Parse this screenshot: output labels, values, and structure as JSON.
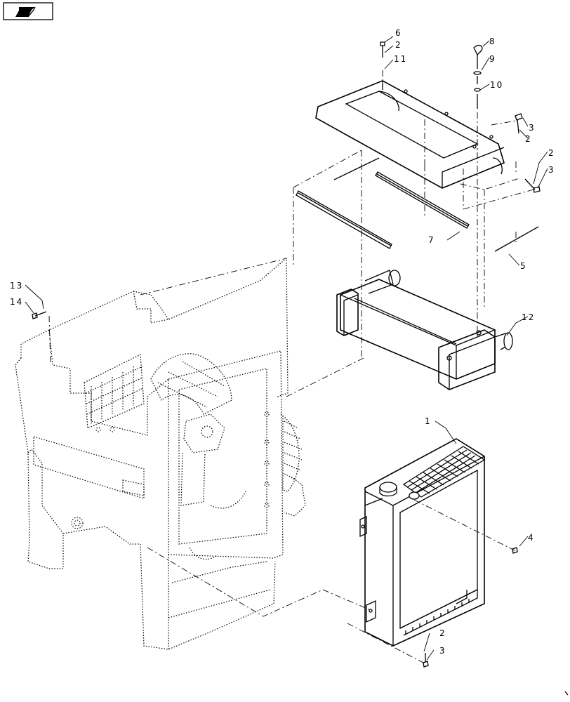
{
  "nav_icon": {
    "name": "next-page-arrow-icon"
  },
  "callouts": [
    {
      "id": "c1",
      "label": "1"
    },
    {
      "id": "c2a",
      "label": "2"
    },
    {
      "id": "c2b",
      "label": "2"
    },
    {
      "id": "c2c",
      "label": "2"
    },
    {
      "id": "c2d",
      "label": "2"
    },
    {
      "id": "c3a",
      "label": "3"
    },
    {
      "id": "c3b",
      "label": "3"
    },
    {
      "id": "c3c",
      "label": "3"
    },
    {
      "id": "c4",
      "label": "4"
    },
    {
      "id": "c5",
      "label": "5"
    },
    {
      "id": "c6",
      "label": "6"
    },
    {
      "id": "c7",
      "label": "7"
    },
    {
      "id": "c8",
      "label": "8"
    },
    {
      "id": "c9",
      "label": "9"
    },
    {
      "id": "c10",
      "label": "10"
    },
    {
      "id": "c11",
      "label": "11"
    },
    {
      "id": "c12",
      "label": "12"
    },
    {
      "id": "c13",
      "label": "13"
    },
    {
      "id": "c14",
      "label": "14"
    }
  ]
}
